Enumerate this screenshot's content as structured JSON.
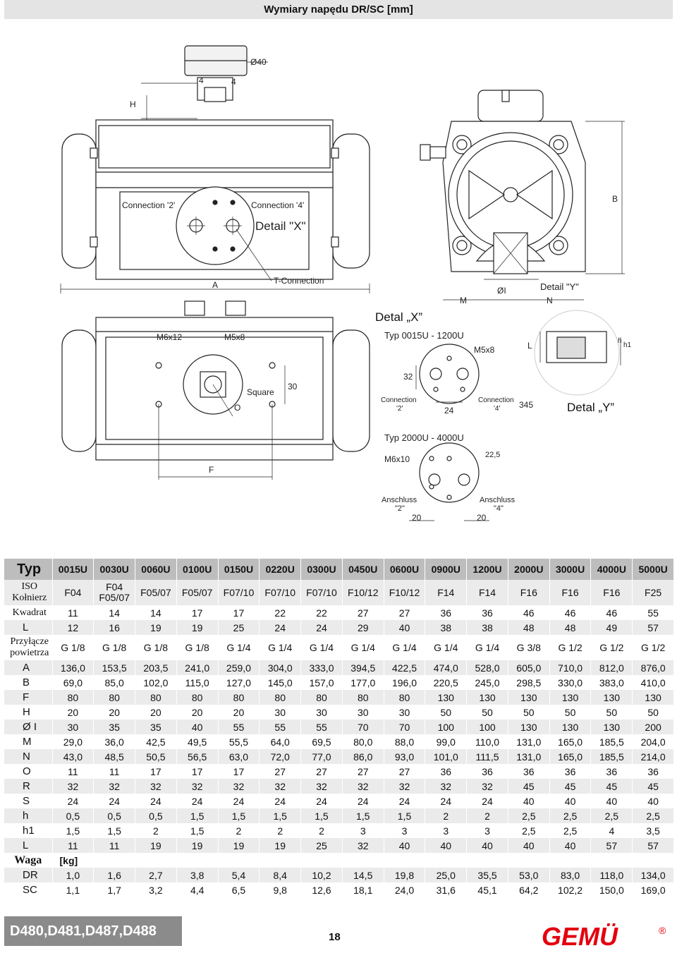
{
  "header": {
    "title": "Wymiary napędu DR/SC [mm]"
  },
  "drawing": {
    "labels": {
      "dia40": "Ø40",
      "four_a": "4",
      "four_b": "4",
      "H": "H",
      "connection2": "Connection '2'",
      "connection4": "Connection '4'",
      "detailX": "Detail \"X\"",
      "A": "A",
      "tconnection": "T-Connection",
      "B": "B",
      "M": "M",
      "N": "N",
      "dI": "ØI",
      "detailY": "Detail \"Y\"",
      "m6x12": "M6x12",
      "m5x8": "M5x8",
      "square": "Square",
      "O": "O",
      "thirty": "30",
      "F": "F",
      "typ_small": "Typ  0015U - 1200U",
      "m5x8_b": "M5x8",
      "thirtytwo": "32",
      "conn2_b": "Connection",
      "conn2_c": "'2'",
      "twentyfour": "24",
      "conn4_b": "Connection",
      "conn4_c": "'4'",
      "num345": "345",
      "typ_large": "Typ  2000U - 4000U",
      "m6x10": "M6x10",
      "twentytwo5": "22,5",
      "anschluss2": "Anschluss",
      "anschluss2b": "\"2\"",
      "anschluss4": "Anschluss",
      "anschluss4b": "\"4\"",
      "twenty_a": "20",
      "twenty_b": "20",
      "L": "L",
      "h": "h",
      "h1": "h1"
    },
    "detail_x_caption": "Detal „X”",
    "detail_y_caption": "Detal „Y”"
  },
  "table": {
    "header_label": "Typ",
    "types": [
      "0015U",
      "0030U",
      "0060U",
      "0100U",
      "0150U",
      "0220U",
      "0300U",
      "0450U",
      "0600U",
      "0900U",
      "1200U",
      "2000U",
      "3000U",
      "4000U",
      "5000U"
    ],
    "rows": [
      {
        "label": "ISO Kołnierz",
        "style": "serif",
        "values": [
          "F04",
          "F04 F05/07",
          "F05/07",
          "F05/07",
          "F07/10",
          "F07/10",
          "F07/10",
          "F10/12",
          "F10/12",
          "F14",
          "F14",
          "F16",
          "F16",
          "F16",
          "F25"
        ]
      },
      {
        "label": "Kwadrat",
        "style": "serif",
        "values": [
          "11",
          "14",
          "14",
          "17",
          "17",
          "22",
          "22",
          "27",
          "27",
          "36",
          "36",
          "46",
          "46",
          "46",
          "55"
        ]
      },
      {
        "label": "L",
        "style": "sans",
        "values": [
          "12",
          "16",
          "19",
          "19",
          "25",
          "24",
          "24",
          "29",
          "40",
          "38",
          "38",
          "48",
          "48",
          "49",
          "57"
        ]
      },
      {
        "label": "Przyłącze powietrza",
        "style": "serif",
        "values": [
          "G 1/8",
          "G 1/8",
          "G 1/8",
          "G 1/8",
          "G 1/4",
          "G 1/4",
          "G 1/4",
          "G 1/4",
          "G 1/4",
          "G 1/4",
          "G 1/4",
          "G 3/8",
          "G 1/2",
          "G 1/2",
          "G 1/2"
        ]
      },
      {
        "label": "A",
        "style": "sans",
        "values": [
          "136,0",
          "153,5",
          "203,5",
          "241,0",
          "259,0",
          "304,0",
          "333,0",
          "394,5",
          "422,5",
          "474,0",
          "528,0",
          "605,0",
          "710,0",
          "812,0",
          "876,0"
        ]
      },
      {
        "label": "B",
        "style": "sans",
        "values": [
          "69,0",
          "85,0",
          "102,0",
          "115,0",
          "127,0",
          "145,0",
          "157,0",
          "177,0",
          "196,0",
          "220,5",
          "245,0",
          "298,5",
          "330,0",
          "383,0",
          "410,0"
        ]
      },
      {
        "label": "F",
        "style": "sans",
        "values": [
          "80",
          "80",
          "80",
          "80",
          "80",
          "80",
          "80",
          "80",
          "80",
          "130",
          "130",
          "130",
          "130",
          "130",
          "130"
        ]
      },
      {
        "label": "H",
        "style": "sans",
        "values": [
          "20",
          "20",
          "20",
          "20",
          "20",
          "30",
          "30",
          "30",
          "30",
          "50",
          "50",
          "50",
          "50",
          "50",
          "50"
        ]
      },
      {
        "label": "Ø I",
        "style": "sans",
        "values": [
          "30",
          "35",
          "35",
          "40",
          "55",
          "55",
          "55",
          "70",
          "70",
          "100",
          "100",
          "130",
          "130",
          "130",
          "200"
        ]
      },
      {
        "label": "M",
        "style": "sans",
        "values": [
          "29,0",
          "36,0",
          "42,5",
          "49,5",
          "55,5",
          "64,0",
          "69,5",
          "80,0",
          "88,0",
          "99,0",
          "110,0",
          "131,0",
          "165,0",
          "185,5",
          "204,0"
        ]
      },
      {
        "label": "N",
        "style": "sans",
        "values": [
          "43,0",
          "48,5",
          "50,5",
          "56,5",
          "63,0",
          "72,0",
          "77,0",
          "86,0",
          "93,0",
          "101,0",
          "111,5",
          "131,0",
          "165,0",
          "185,5",
          "214,0"
        ]
      },
      {
        "label": "O",
        "style": "sans",
        "values": [
          "11",
          "11",
          "17",
          "17",
          "17",
          "27",
          "27",
          "27",
          "27",
          "36",
          "36",
          "36",
          "36",
          "36",
          "36"
        ]
      },
      {
        "label": "R",
        "style": "sans",
        "values": [
          "32",
          "32",
          "32",
          "32",
          "32",
          "32",
          "32",
          "32",
          "32",
          "32",
          "32",
          "45",
          "45",
          "45",
          "45"
        ]
      },
      {
        "label": "S",
        "style": "sans",
        "values": [
          "24",
          "24",
          "24",
          "24",
          "24",
          "24",
          "24",
          "24",
          "24",
          "24",
          "24",
          "40",
          "40",
          "40",
          "40"
        ]
      },
      {
        "label": "h",
        "style": "sans",
        "values": [
          "0,5",
          "0,5",
          "0,5",
          "1,5",
          "1,5",
          "1,5",
          "1,5",
          "1,5",
          "1,5",
          "2",
          "2",
          "2,5",
          "2,5",
          "2,5",
          "2,5"
        ]
      },
      {
        "label": "h1",
        "style": "sans",
        "values": [
          "1,5",
          "1,5",
          "2",
          "1,5",
          "2",
          "2",
          "2",
          "3",
          "3",
          "3",
          "3",
          "2,5",
          "2,5",
          "4",
          "3,5"
        ]
      },
      {
        "label": "L",
        "style": "sans",
        "values": [
          "11",
          "11",
          "19",
          "19",
          "19",
          "19",
          "25",
          "32",
          "40",
          "40",
          "40",
          "40",
          "40",
          "57",
          "57"
        ]
      },
      {
        "label": "Waga",
        "style": "bold",
        "values": [
          "[kg]",
          "",
          "",
          "",
          "",
          "",
          "",
          "",
          "",
          "",
          "",
          "",
          "",
          "",
          ""
        ]
      },
      {
        "label": "DR",
        "style": "sans",
        "values": [
          "1,0",
          "1,6",
          "2,7",
          "3,8",
          "5,4",
          "8,4",
          "10,2",
          "14,5",
          "19,8",
          "25,0",
          "35,5",
          "53,0",
          "83,0",
          "118,0",
          "134,0"
        ]
      },
      {
        "label": "SC",
        "style": "sans",
        "values": [
          "1,1",
          "1,7",
          "3,2",
          "4,4",
          "6,5",
          "9,8",
          "12,6",
          "18,1",
          "24,0",
          "31,6",
          "45,1",
          "64,2",
          "102,2",
          "150,0",
          "169,0"
        ]
      }
    ]
  },
  "footer": {
    "product_codes": "D480,D481,D487,D488",
    "page_number": "18",
    "logo_text": "GEMÜ",
    "logo_mark": "®",
    "brand_color": "#e3000f"
  }
}
